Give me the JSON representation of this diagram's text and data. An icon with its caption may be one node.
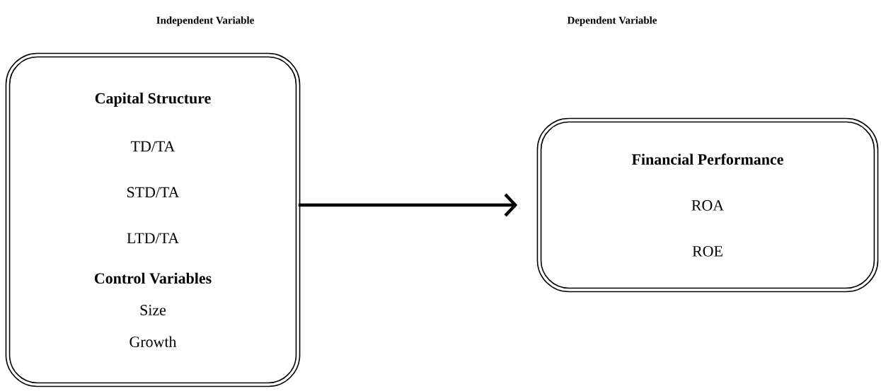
{
  "diagram": {
    "nodes": [
      {
        "text": [
          "Capital Structure",
          "TD/TA",
          "STD/TA",
          "LTD/TA",
          "Control Variables",
          "Size",
          "Growth"
        ]
      },
      {
        "text": [
          "Financial Performance",
          "ROA",
          "ROE"
        ]
      }
    ],
    "edges": [
      {
        "from": 0,
        "to": 1,
        "arrow": "to"
      }
    ],
    "labels": [
      "Independent Variable",
      "Dependent Variable"
    ]
  }
}
